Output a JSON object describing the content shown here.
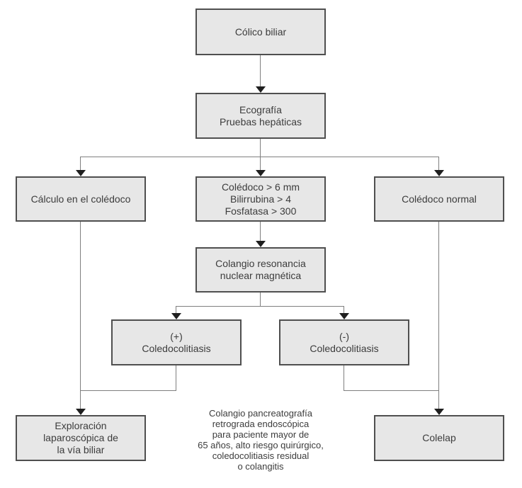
{
  "colors": {
    "background": "#ffffff",
    "node_fill": "#e7e7e7",
    "node_border": "#4f4f4f",
    "wire": "#7f7f7f",
    "arrowhead": "#1f1f1f",
    "text": "#3c3c3c"
  },
  "nodes": {
    "colico_biliar": {
      "lines": [
        "Cólico biliar"
      ]
    },
    "ecografia": {
      "lines": [
        "Ecografía",
        "Pruebas hepáticas"
      ]
    },
    "calculo": {
      "lines": [
        "Cálculo en el colédoco"
      ]
    },
    "criterios": {
      "lines": [
        "Colédoco > 6 mm",
        "Bilirrubina > 4",
        "Fosfatasa > 300"
      ]
    },
    "coledoco_normal": {
      "lines": [
        "Colédoco normal"
      ]
    },
    "colangio_rnm": {
      "lines": [
        "Colangio resonancia",
        "nuclear magnética"
      ]
    },
    "positivo": {
      "lines": [
        "(+)",
        "Coledocolitiasis"
      ]
    },
    "negativo": {
      "lines": [
        "(-)",
        "Coledocolitiasis"
      ]
    },
    "exploracion": {
      "lines": [
        "Exploración",
        "laparoscópica de",
        "la vía biliar"
      ]
    },
    "colelap": {
      "lines": [
        "Colelap"
      ]
    }
  },
  "note": {
    "lines": [
      "Colangio pancreatografía",
      "retrograda endoscópica",
      "para paciente mayor de",
      "65 años, alto riesgo quirúrgico,",
      "coledocolitiasis residual",
      "o colangitis"
    ]
  }
}
